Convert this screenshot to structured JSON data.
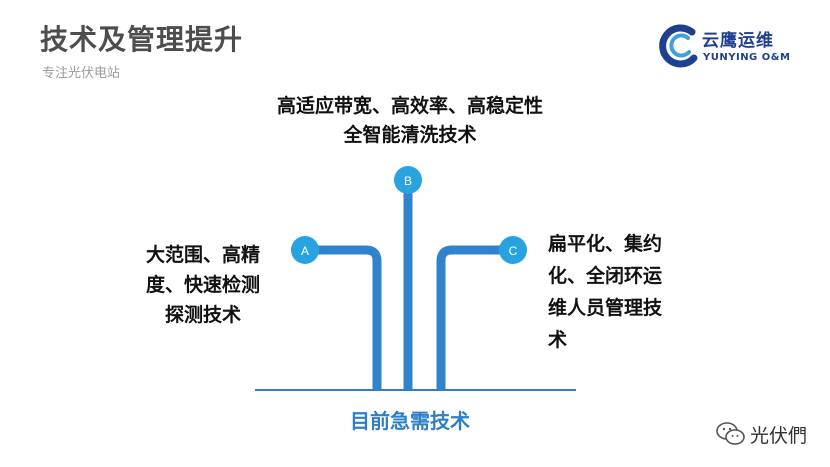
{
  "header": {
    "title": "技术及管理提升",
    "subtitle": "专注光伏电站"
  },
  "logo": {
    "name": "云鹰运维",
    "sub": "YUNYING O&M",
    "icon": "yunying-logo-icon"
  },
  "diagram": {
    "top_text_lines": [
      "高适应带宽、高效率、高稳定性",
      "全智能清洗技术"
    ],
    "left_text_lines": [
      "大范围、高精",
      "度、快速检测",
      "探测技术"
    ],
    "right_text_lines": [
      "扁平化、集约",
      "化、全闭环运",
      "维人员管理技",
      "术"
    ],
    "nodes": {
      "a": "A",
      "b": "B",
      "c": "C"
    },
    "bottom_label": "目前急需技术",
    "colors": {
      "pipe": "#3382cc",
      "node": "#29a3e0",
      "baseline": "#2f7fc6",
      "label": "#2f7fc6"
    }
  },
  "watermark": {
    "text": "光伏們",
    "icon": "wechat-icon"
  }
}
